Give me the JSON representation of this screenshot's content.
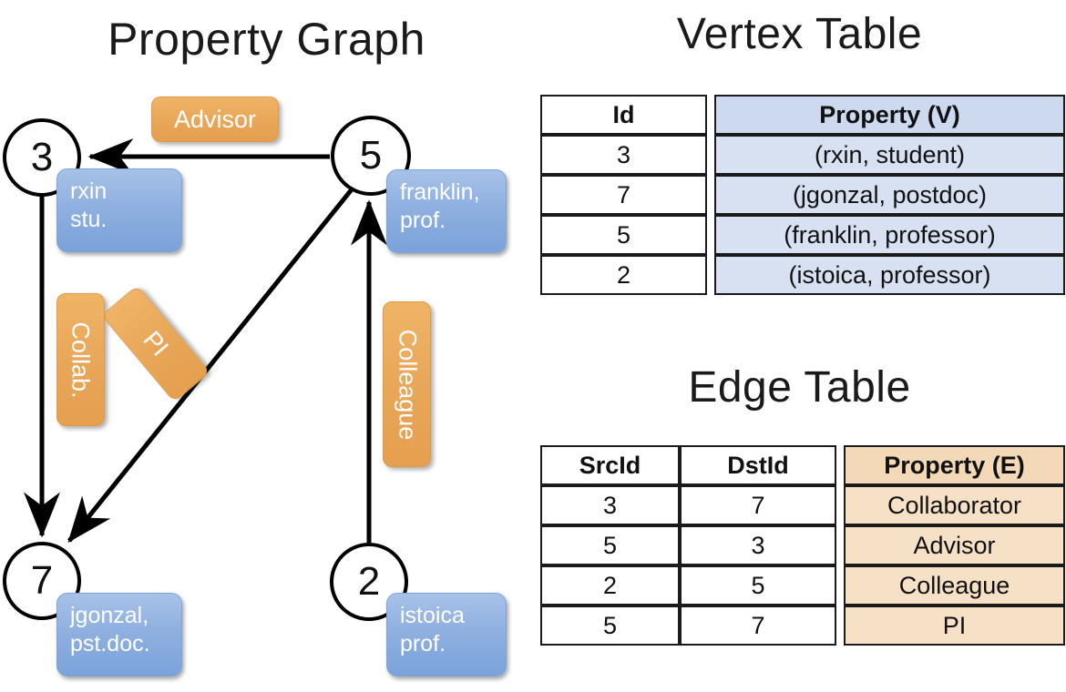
{
  "titles": {
    "property_graph": "Property Graph",
    "vertex_table": "Vertex Table",
    "edge_table": "Edge Table"
  },
  "colors": {
    "vertex_property_cell": "#d8e1f2",
    "edge_property_cell": "#f6e0c6",
    "node_property_box": "#8fb0e0",
    "edge_label_box": "#e9a759",
    "stroke": "#000000"
  },
  "graph": {
    "nodes": [
      {
        "id": "3",
        "label": "3",
        "property_line1": "rxin",
        "property_line2": "stu."
      },
      {
        "id": "5",
        "label": "5",
        "property_line1": "franklin,",
        "property_line2": "prof."
      },
      {
        "id": "7",
        "label": "7",
        "property_line1": "jgonzal,",
        "property_line2": "pst.doc."
      },
      {
        "id": "2",
        "label": "2",
        "property_line1": "istoica",
        "property_line2": "prof."
      }
    ],
    "edge_labels": [
      {
        "name": "advisor",
        "text": "Advisor",
        "orientation": "horizontal"
      },
      {
        "name": "collab",
        "text": "Collab.",
        "orientation": "vertical"
      },
      {
        "name": "pi",
        "text": "PI",
        "orientation": "rotated"
      },
      {
        "name": "colleague",
        "text": "Colleague",
        "orientation": "vertical"
      }
    ]
  },
  "vertex_table": {
    "headers": [
      "Id",
      "Property (V)"
    ],
    "rows": [
      {
        "id": "3",
        "property": "(rxin, student)"
      },
      {
        "id": "7",
        "property": "(jgonzal, postdoc)"
      },
      {
        "id": "5",
        "property": "(franklin, professor)"
      },
      {
        "id": "2",
        "property": "(istoica, professor)"
      }
    ]
  },
  "edge_table": {
    "headers": [
      "SrcId",
      "DstId",
      "Property (E)"
    ],
    "rows": [
      {
        "src": "3",
        "dst": "7",
        "property": "Collaborator"
      },
      {
        "src": "5",
        "dst": "3",
        "property": "Advisor"
      },
      {
        "src": "2",
        "dst": "5",
        "property": "Colleague"
      },
      {
        "src": "5",
        "dst": "7",
        "property": "PI"
      }
    ]
  }
}
